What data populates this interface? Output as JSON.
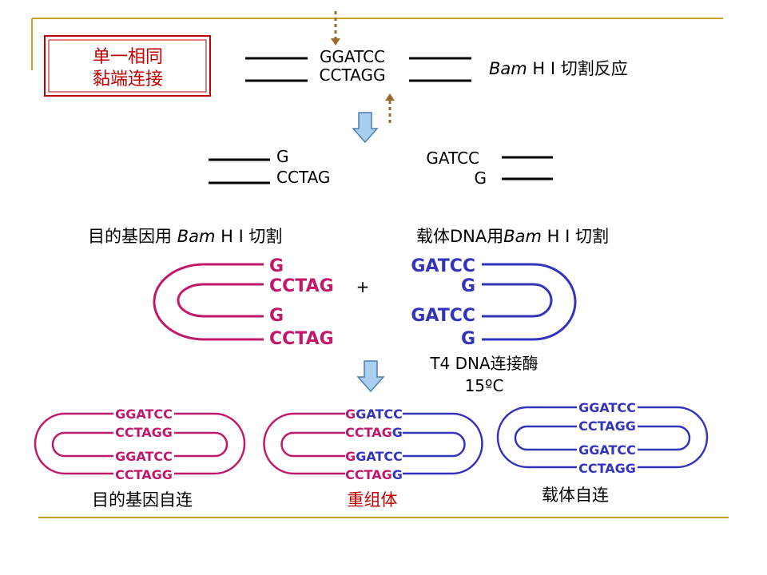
{
  "colors": {
    "vector_blue": "#3333bb",
    "insert_magenta": "#c0196b",
    "title_red": "#c00000",
    "frame_gold": "#c8a21e",
    "arrow_fill": "#a9cfee",
    "arrow_stroke": "#4a7fb5",
    "cut_marker": "#9a6b2f"
  },
  "title_box": {
    "line1": "单一相同",
    "line2": "黏端连接"
  },
  "digest": {
    "top_seq": "GGATCC",
    "bottom_seq": "CCTAGG",
    "enzyme_italic": "Bam",
    "enzyme_rest": " H I 切割反应",
    "left_fragment": {
      "top": "G",
      "bottom": "CCTAG"
    },
    "right_fragment": {
      "top": "GATCC",
      "bottom": "G"
    }
  },
  "middle": {
    "left_caption_pre": "目的基因用 ",
    "left_caption_italic": "Bam",
    "left_caption_post": " H I 切割",
    "right_caption_pre": "载体DNA用",
    "right_caption_italic": "Bam",
    "right_caption_post": " H I 切割",
    "insert_labels": [
      "G",
      "CCTAG",
      "G",
      "CCTAG"
    ],
    "vector_labels": [
      "GATCC",
      "G",
      "GATCC",
      "G"
    ],
    "plus": "+",
    "ligase": "T4 DNA连接酶",
    "temperature": "15ºC"
  },
  "products": {
    "self_insert": {
      "caption": "目的基因自连",
      "labels": [
        "GGATCC",
        "CCTAGG",
        "GGATCC",
        "CCTAGG"
      ]
    },
    "recombinant": {
      "caption": "重组体",
      "labels": [
        {
          "a": "G",
          "b": "GATCC"
        },
        {
          "a": "CCTAG",
          "b": "G"
        },
        {
          "a": "G",
          "b": "GATCC"
        },
        {
          "a": "CCTAG",
          "b": "G"
        }
      ]
    },
    "self_vector": {
      "caption": "载体自连",
      "labels": [
        "GGATCC",
        "CCTAGG",
        "GGATCC",
        "CCTAGG"
      ]
    }
  }
}
